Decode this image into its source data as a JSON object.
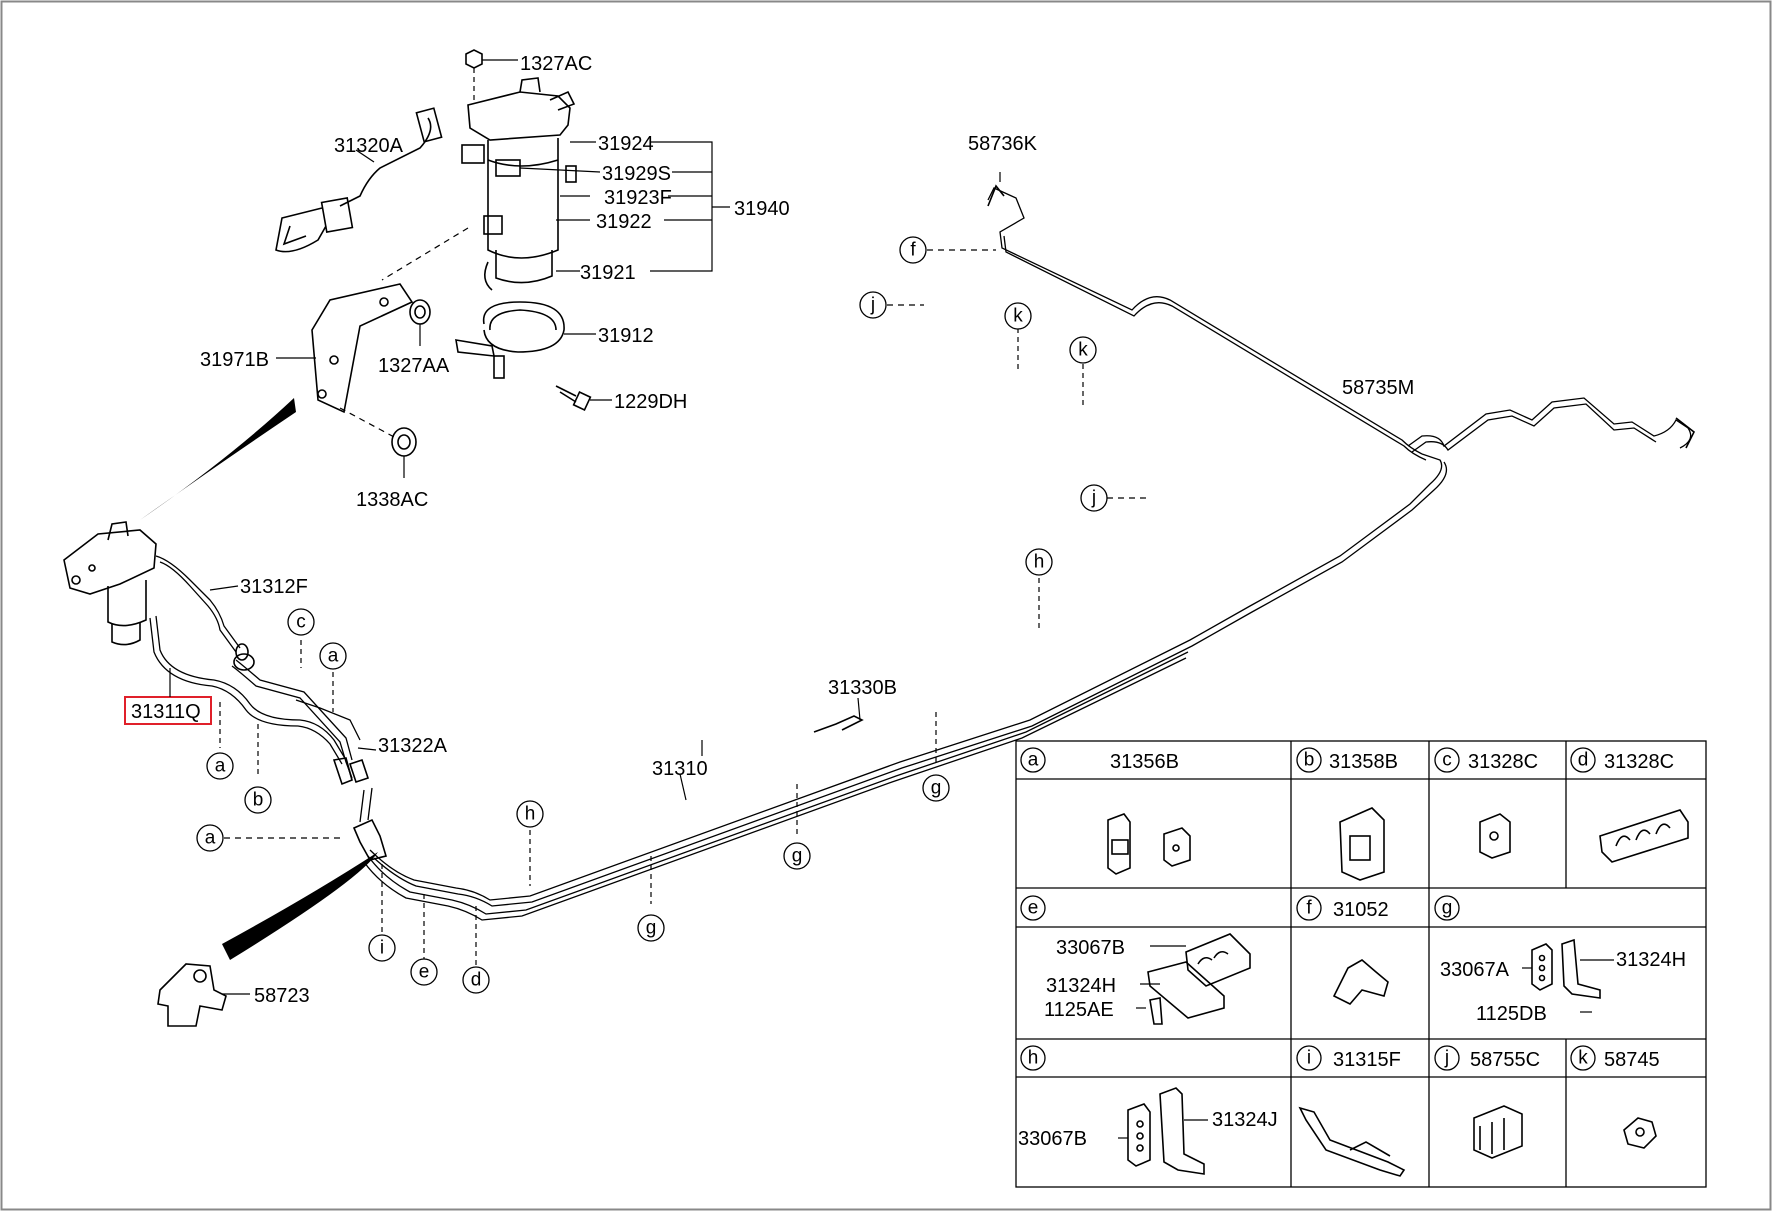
{
  "labels": {
    "p1327AC": "1327AC",
    "p31320A": "31320A",
    "p31924": "31924",
    "p31929S": "31929S",
    "p31923F": "31923F",
    "p31940": "31940",
    "p31922": "31922",
    "p31921": "31921",
    "p31912": "31912",
    "p31971B": "31971B",
    "p1327AA": "1327AA",
    "p1229DH": "1229DH",
    "p1338AC": "1338AC",
    "p31312F": "31312F",
    "p31311Q": "31311Q",
    "p31322A": "31322A",
    "p58723": "58723",
    "p31310": "31310",
    "p31330B": "31330B",
    "p58736K": "58736K",
    "p58735M": "58735M"
  },
  "callouts": {
    "c1": "f",
    "c2": "j",
    "c3": "k",
    "c4": "k",
    "c5": "j",
    "c6": "h",
    "c7": "g",
    "c8": "g",
    "c9": "g",
    "c10": "h",
    "c11": "c",
    "c12": "a",
    "c13": "a",
    "c14": "b",
    "c15": "a",
    "c16": "i",
    "c17": "e",
    "c18": "d"
  },
  "legend": {
    "a": {
      "letter": "a",
      "part": "31356B"
    },
    "b": {
      "letter": "b",
      "part": "31358B"
    },
    "c": {
      "letter": "c",
      "part": "31328C"
    },
    "d": {
      "letter": "d",
      "part": "31328C"
    },
    "e": {
      "letter": "e",
      "sub1": "33067B",
      "sub2": "31324H",
      "sub3": "1125AE"
    },
    "f": {
      "letter": "f",
      "part": "31052"
    },
    "g": {
      "letter": "g",
      "sub1": "33067A",
      "sub2": "31324H",
      "sub3": "1125DB"
    },
    "h": {
      "letter": "h",
      "sub1": "33067B",
      "sub2": "31324J"
    },
    "i": {
      "letter": "i",
      "part": "31315F"
    },
    "j": {
      "letter": "j",
      "part": "58755C"
    },
    "k": {
      "letter": "k",
      "part": "58745"
    }
  },
  "colors": {
    "highlight": "#e0202a",
    "ink": "#000000",
    "frame": "#888888"
  }
}
